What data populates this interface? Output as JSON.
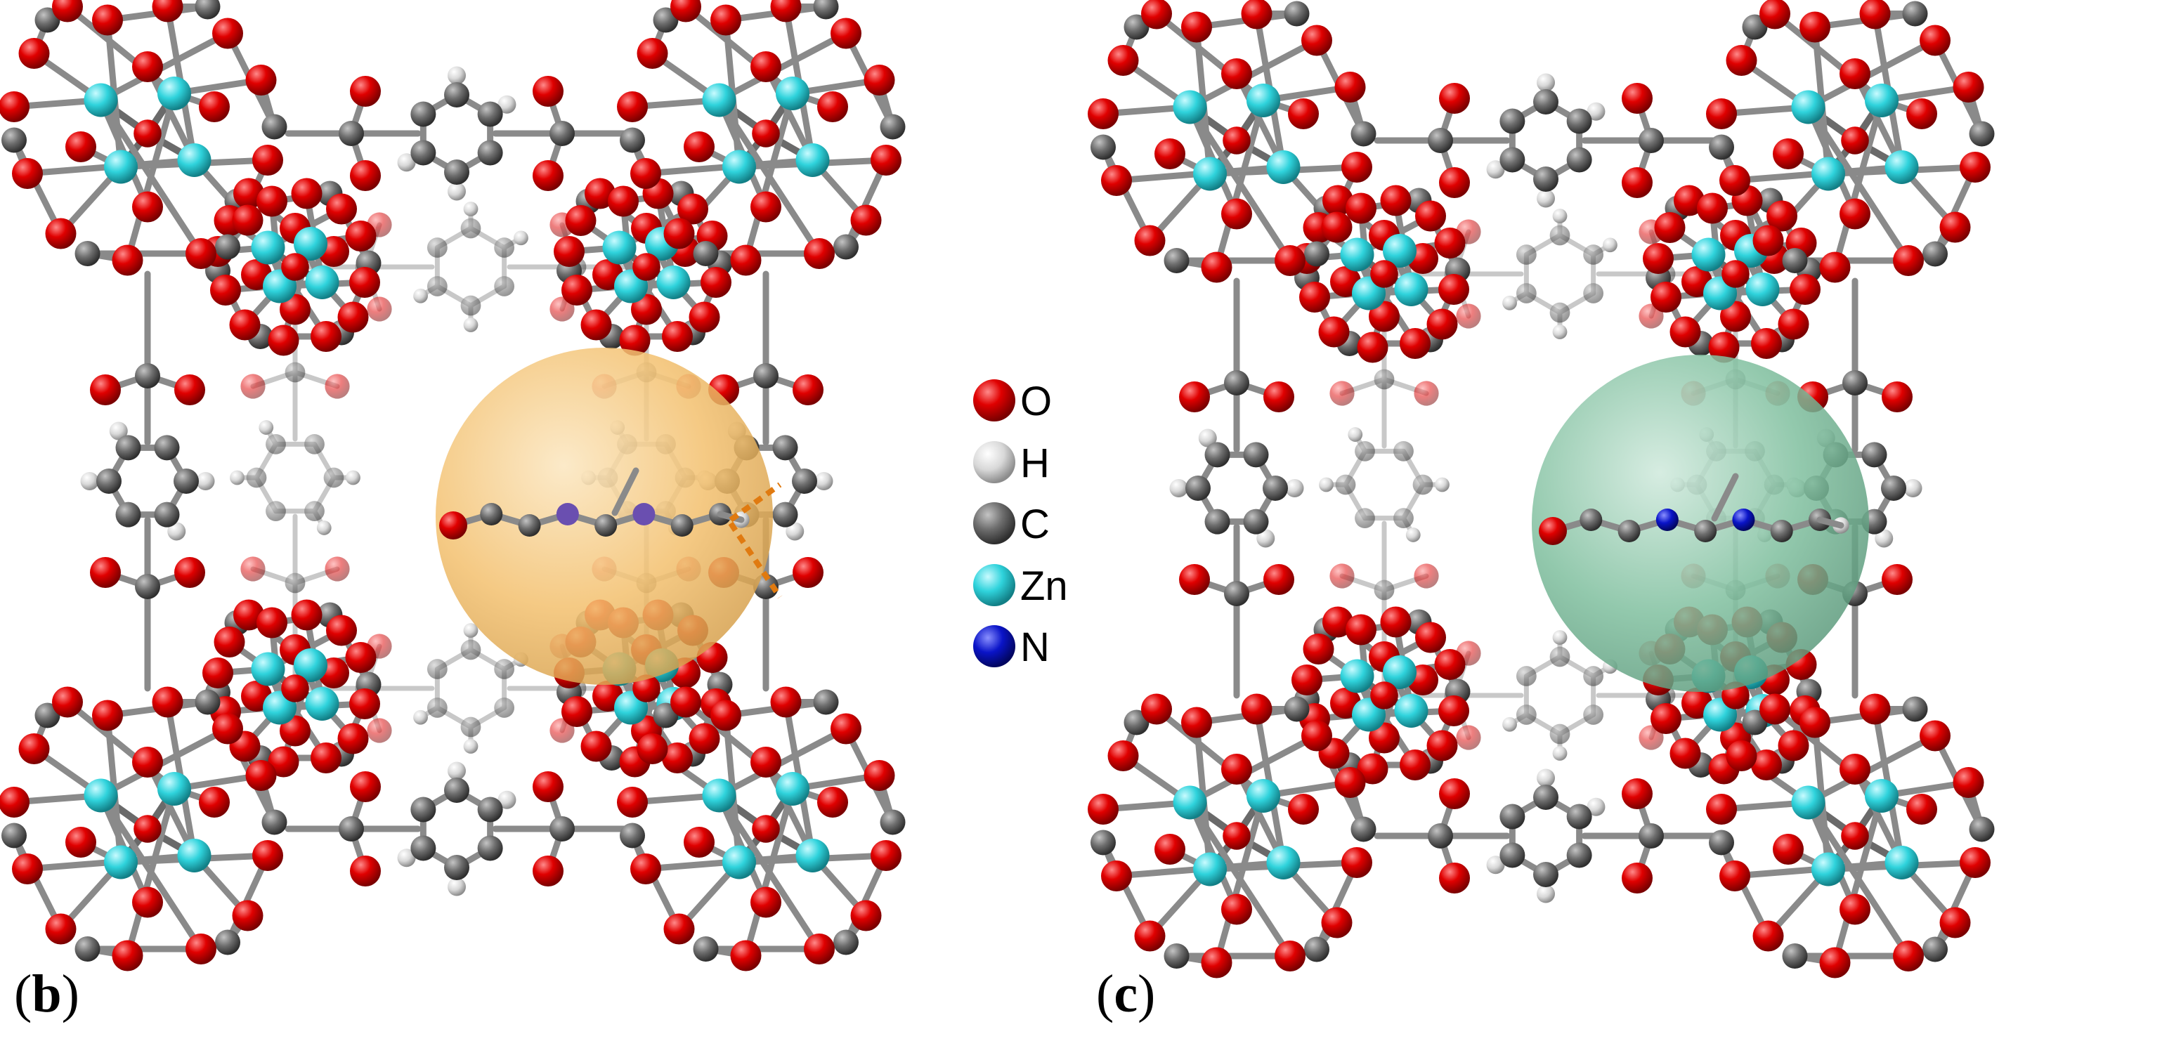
{
  "panels": [
    {
      "id": "b",
      "label": "(b)",
      "label_letter": "b",
      "sphere_color": "#f3c06e"
    },
    {
      "id": "c",
      "label": "(c)",
      "label_letter": "c",
      "sphere_color": "#7fbf9e"
    }
  ],
  "legend": [
    {
      "symbol": "O",
      "color": "#e00000"
    },
    {
      "symbol": "H",
      "color": "#e6e6e6"
    },
    {
      "symbol": "C",
      "color": "#6e6e6e"
    },
    {
      "symbol": "Zn",
      "color": "#2fd3dc"
    },
    {
      "symbol": "N",
      "color": "#0a14c8"
    }
  ],
  "colors": {
    "oxygen": "#e00000",
    "hydrogen": "#e6e6e6",
    "carbon": "#6e6e6e",
    "zinc": "#2fd3dc",
    "nitrogen": "#0a14c8",
    "interaction_dash": "#e07a10"
  }
}
